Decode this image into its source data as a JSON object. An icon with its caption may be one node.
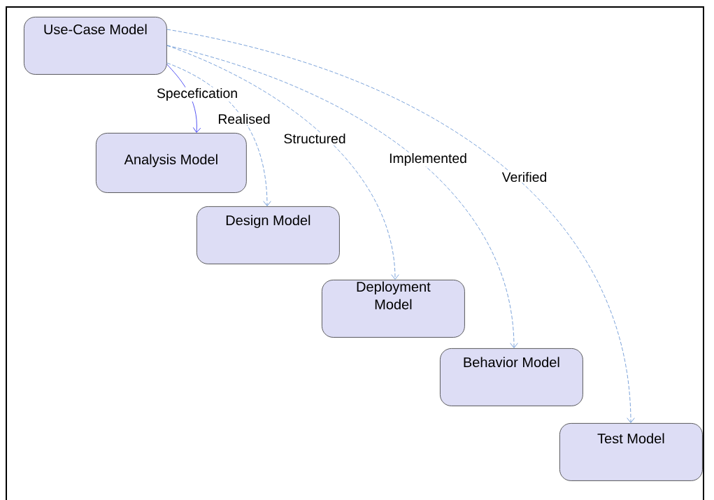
{
  "diagram": {
    "nodes": [
      {
        "text": [
          "Use-Case Model"
        ]
      },
      {
        "text": [
          "Analysis Model"
        ]
      },
      {
        "text": [
          "Design Model"
        ]
      },
      {
        "text": [
          "Deployment Model"
        ]
      },
      {
        "text": [
          "Behavior Model"
        ]
      },
      {
        "text": [
          "Test Model"
        ]
      }
    ],
    "edges": [
      {
        "from": 0,
        "to": 1,
        "arrow": "to",
        "label": "Specefication",
        "color": "#2a2af0"
      },
      {
        "from": 0,
        "to": 2,
        "arrow": "to",
        "label": "Realised",
        "style": "dashed"
      },
      {
        "from": 0,
        "to": 3,
        "arrow": "to",
        "label": "Structured",
        "style": "dashed"
      },
      {
        "from": 0,
        "to": 4,
        "arrow": "to",
        "label": "Implemented",
        "style": "dashed"
      },
      {
        "from": 0,
        "to": 5,
        "arrow": "to",
        "label": "Verified",
        "style": "dashed"
      }
    ]
  }
}
